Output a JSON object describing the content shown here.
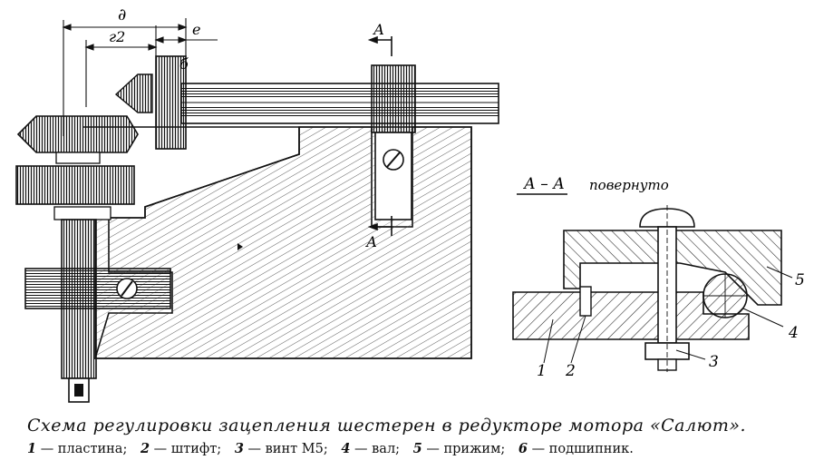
{
  "labels": {
    "dim_d": "∂",
    "dim_g2": "г2",
    "dim_e": "е",
    "part_6": "б",
    "section_mark_top": "А",
    "section_mark_bottom": "А",
    "section_title": "А – А",
    "rotated_note": "повернуто",
    "callout_1": "1",
    "callout_2": "2",
    "callout_3": "3",
    "callout_4": "4",
    "callout_5": "5"
  },
  "caption": {
    "title": "Схема регулировки зацепления шестерен в редукторе мотора «Салют».",
    "legend": [
      {
        "num": "1",
        "text": "— пластина;"
      },
      {
        "num": "2",
        "text": "— штифт;"
      },
      {
        "num": "3",
        "text": "— винт  М5;"
      },
      {
        "num": "4",
        "text": "— вал;"
      },
      {
        "num": "5",
        "text": "— прижим;"
      },
      {
        "num": "6",
        "text": "— подшипник."
      }
    ]
  }
}
